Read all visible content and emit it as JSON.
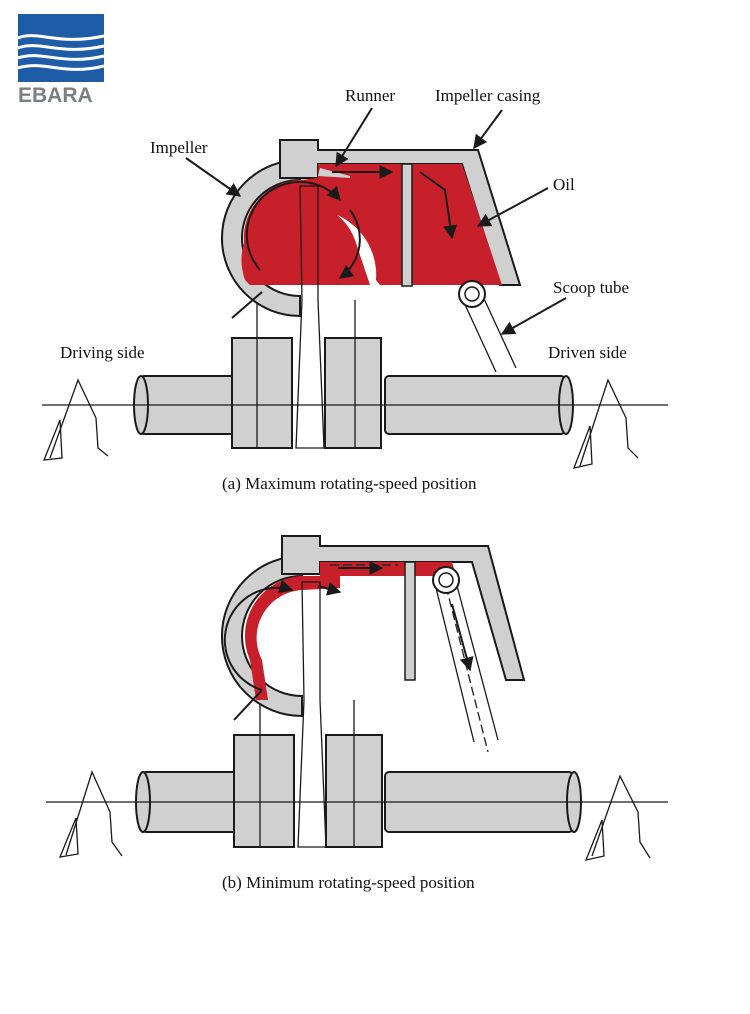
{
  "brand": {
    "logo_text": "EBARA",
    "color": "#1f5ca8"
  },
  "figure_a": {
    "labels": {
      "runner": "Runner",
      "impeller_casing": "Impeller casing",
      "impeller": "Impeller",
      "oil": "Oil",
      "scoop_tube": "Scoop tube",
      "driving_side": "Driving side",
      "driven_side": "Driven side"
    },
    "caption": "(a) Maximum rotating-speed position"
  },
  "figure_b": {
    "caption": "(b) Minimum rotating-speed position"
  },
  "colors": {
    "oil": "#c8202a",
    "metal": "#d0d0d0",
    "outline": "#1a1a1a"
  }
}
